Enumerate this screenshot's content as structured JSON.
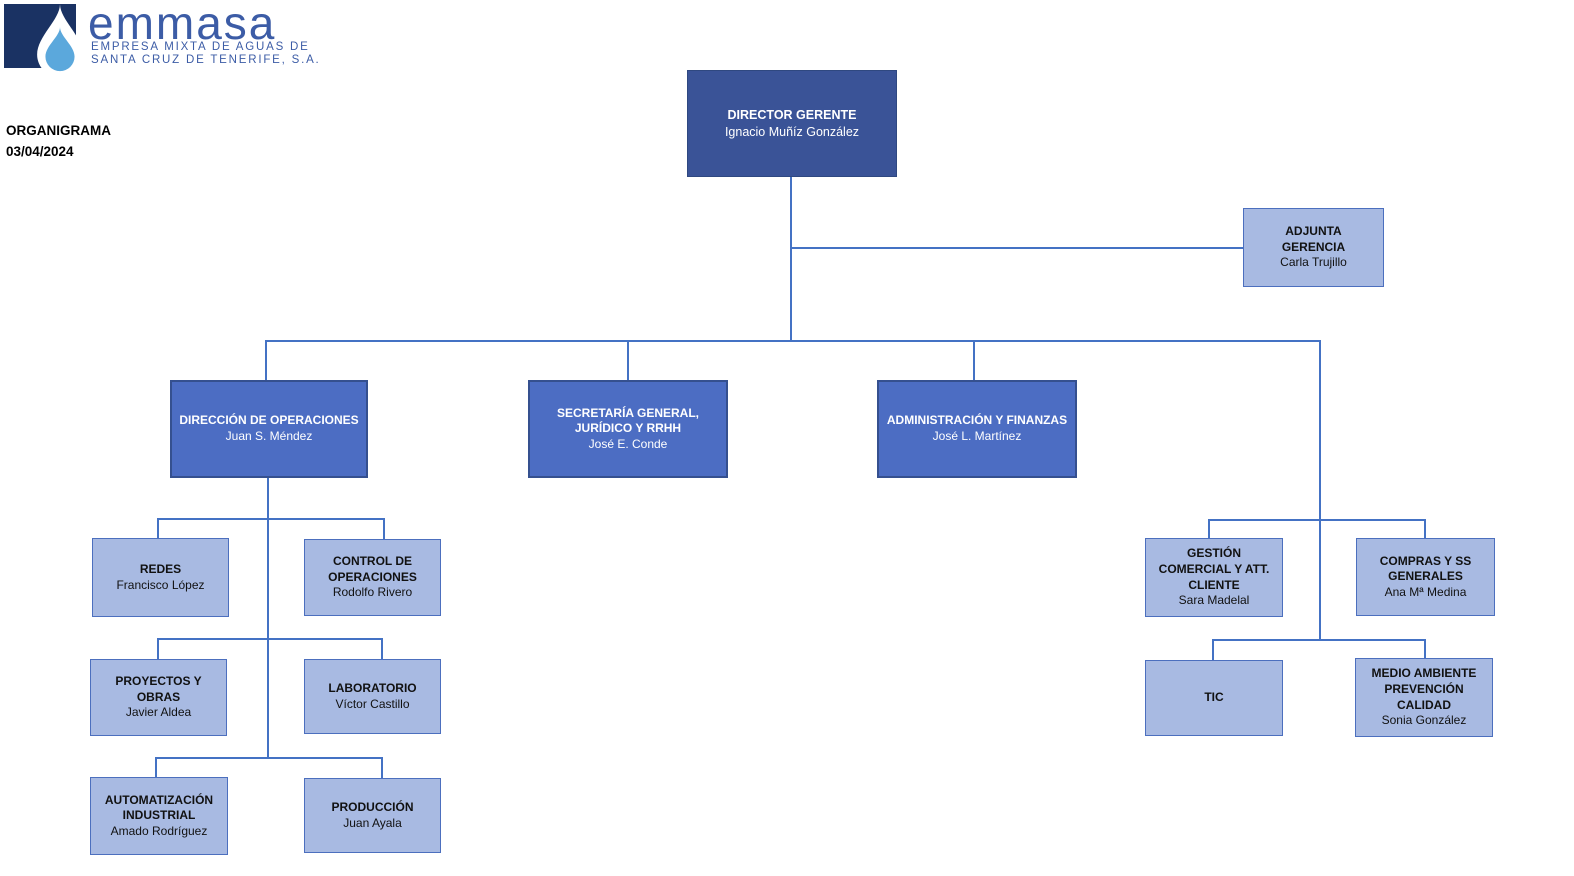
{
  "brand": {
    "wordmark": "emmasa",
    "subtitle_line1": "EMPRESA MIXTA DE AGUAS DE",
    "subtitle_line2": "SANTA CRUZ DE TENERIFE, S.A.",
    "logo_icon": "water-drop-icon"
  },
  "header": {
    "title": "ORGANIGRAMA",
    "date": "03/04/2024"
  },
  "colors": {
    "dark_node_fill": "#3a5397",
    "mid_node_fill": "#4c6dc3",
    "light_node_fill": "#a8bae2",
    "light_node_border": "#4c6fbe",
    "connector": "#4472c4",
    "logo_navy": "#1a3263",
    "logo_drop_blue": "#5ba8dc",
    "brand_blue": "#3c5ca6"
  },
  "nodes": {
    "director": {
      "title": "DIRECTOR GERENTE",
      "name": "Ignacio Muñíz González"
    },
    "adjunta": {
      "title": "ADJUNTA\nGERENCIA",
      "name": "Carla Trujillo"
    },
    "operaciones": {
      "title": "DIRECCIÓN DE OPERACIONES",
      "name": "Juan S. Méndez"
    },
    "secretaria": {
      "title": "SECRETARÍA GENERAL,\nJURÍDICO Y RRHH",
      "name": "José E. Conde"
    },
    "administracion": {
      "title": "ADMINISTRACIÓN Y FINANZAS",
      "name": "José L. Martínez"
    },
    "redes": {
      "title": "REDES",
      "name": "Francisco López"
    },
    "control": {
      "title": "CONTROL DE\nOPERACIONES",
      "name": "Rodolfo Rivero"
    },
    "proyectos": {
      "title": "PROYECTOS Y\nOBRAS",
      "name": "Javier Aldea"
    },
    "laboratorio": {
      "title": "LABORATORIO",
      "name": "Víctor Castillo"
    },
    "automatizacion": {
      "title": "AUTOMATIZACIÓN\nINDUSTRIAL",
      "name": "Amado Rodríguez"
    },
    "produccion": {
      "title": "PRODUCCIÓN",
      "name": "Juan Ayala"
    },
    "gestion": {
      "title": "GESTIÓN\nCOMERCIAL Y ATT.\nCLIENTE",
      "name": "Sara Madelal"
    },
    "compras": {
      "title": "COMPRAS Y SS\nGENERALES",
      "name": "Ana Mª Medina"
    },
    "tic": {
      "title": "TIC"
    },
    "medioambiente": {
      "title": "MEDIO AMBIENTE\nPREVENCIÓN\nCALIDAD",
      "name": "Sonia González"
    }
  },
  "hierarchy": {
    "DIRECTOR GERENTE": [
      "ADJUNTA GERENCIA",
      "DIRECCIÓN DE OPERACIONES",
      "SECRETARÍA GENERAL, JURÍDICO Y RRHH",
      "ADMINISTRACIÓN Y FINANZAS",
      "GESTIÓN COMERCIAL Y ATT. CLIENTE",
      "COMPRAS Y SS GENERALES",
      "TIC",
      "MEDIO AMBIENTE PREVENCIÓN CALIDAD"
    ],
    "DIRECCIÓN DE OPERACIONES": [
      "REDES",
      "CONTROL DE OPERACIONES",
      "PROYECTOS Y OBRAS",
      "LABORATORIO",
      "AUTOMATIZACIÓN INDUSTRIAL",
      "PRODUCCIÓN"
    ]
  }
}
